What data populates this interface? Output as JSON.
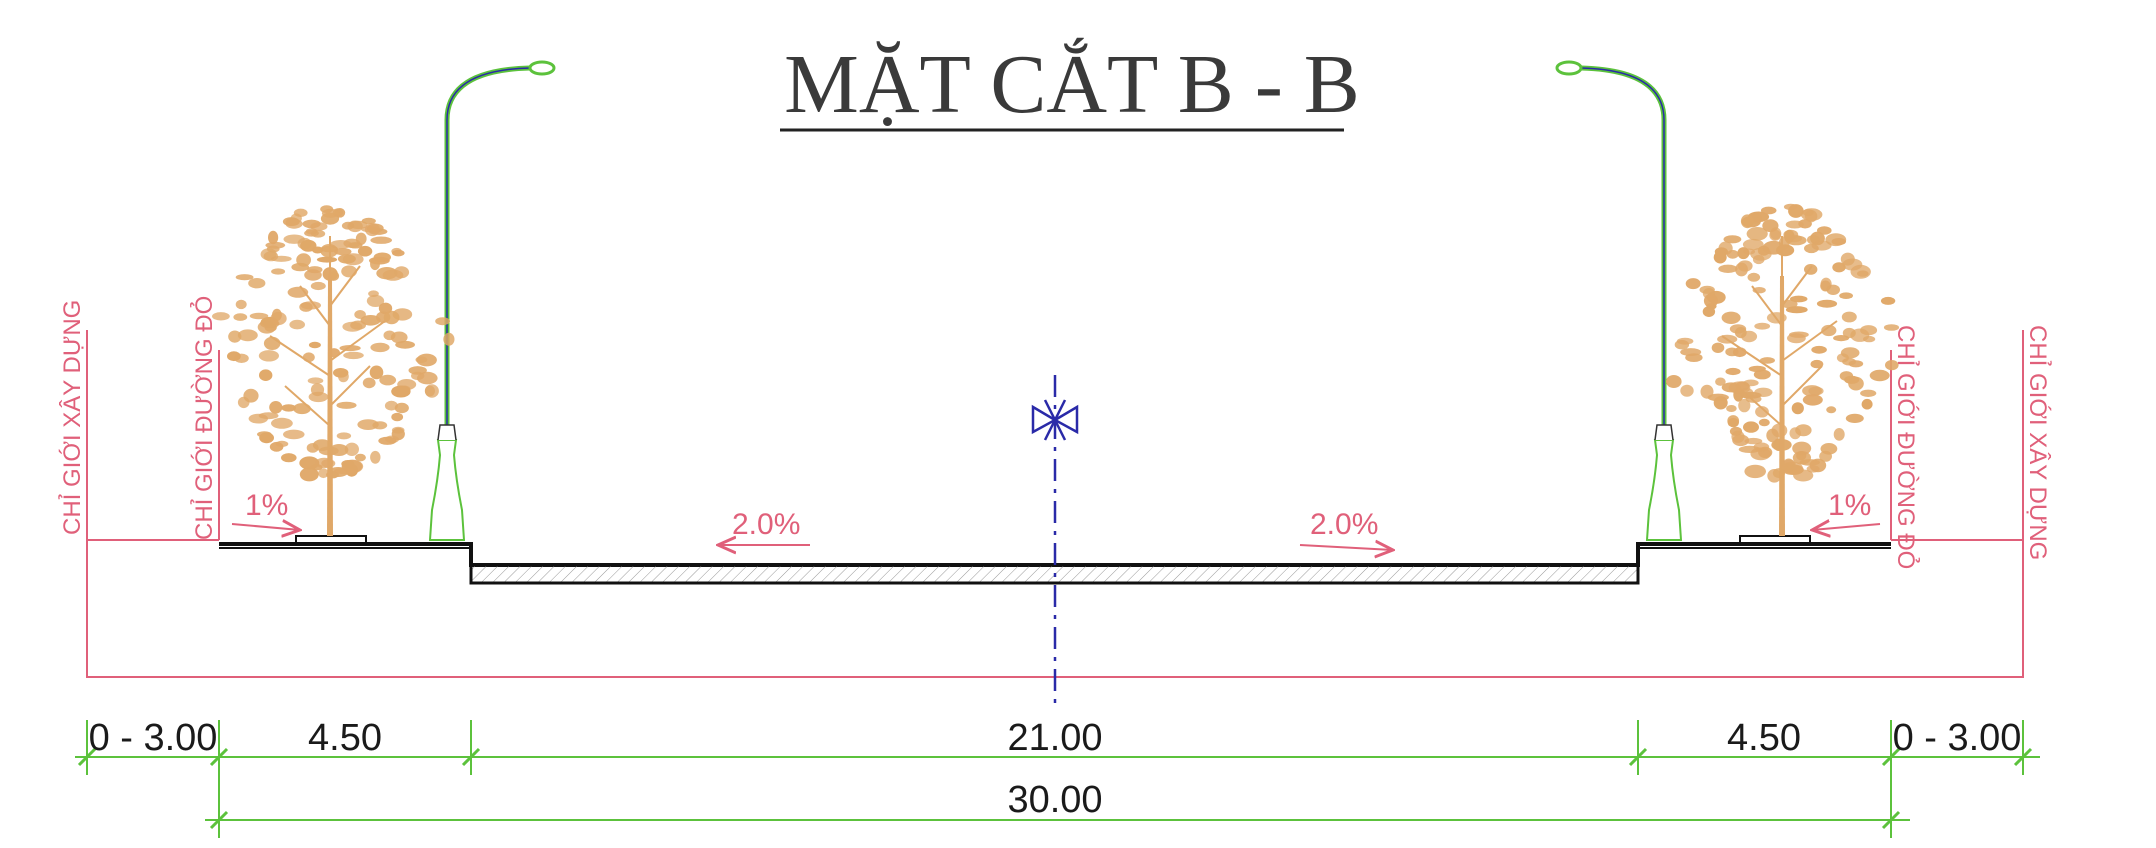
{
  "title": "MẶT CẮT B - B",
  "boundary_labels": {
    "left_building_line": "CHỈ GIỚI XÂY DỰNG",
    "left_red_line": "CHỈ GIỚI ĐƯỜNG ĐỎ",
    "right_red_line": "CHỈ GIỚI ĐƯỜNG ĐỎ",
    "right_building_line": "CHỈ GIỚI XÂY DỰNG"
  },
  "slopes": {
    "left_sidewalk": "1%",
    "left_carriageway": "2.0%",
    "right_carriageway": "2.0%",
    "right_sidewalk": "1%"
  },
  "dimensions": {
    "left_setback": "0 - 3.00",
    "left_sidewalk": "4.50",
    "carriageway": "21.00",
    "right_sidewalk": "4.50",
    "right_setback": "0 - 3.00",
    "total": "30.00"
  },
  "colors": {
    "boundary_lines": "#e0607a",
    "dimension_lines": "#5cc23c",
    "centerline": "#2a2aa8",
    "trees": "#e0a868",
    "lamp_poles": "#5cc23c"
  },
  "icons": {
    "tree": "tree-icon",
    "lamp": "street-lamp-icon",
    "centerline_marker": "centerline-marker-icon"
  }
}
